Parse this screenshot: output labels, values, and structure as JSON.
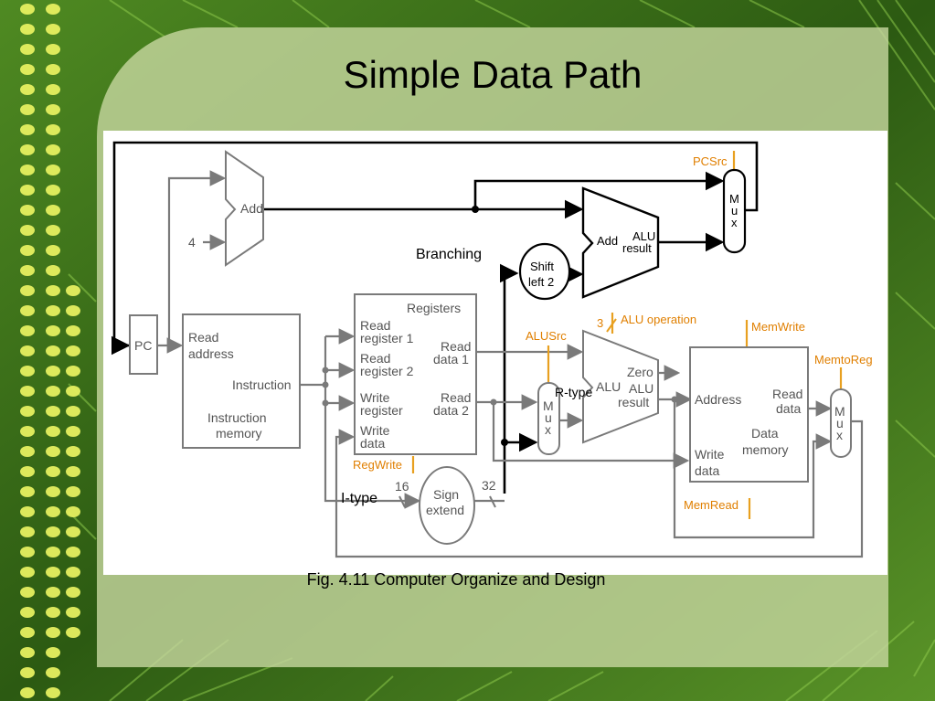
{
  "slide": {
    "title": "Simple Data Path",
    "caption": "Fig. 4.11 Computer Organize and Design"
  },
  "annotations": {
    "branching": "Branching",
    "r_type": "R-type",
    "i_type": "I-type"
  },
  "blocks": {
    "pc": "PC",
    "add_top": "Add",
    "constant_four": "4",
    "instruction_memory": {
      "read_address_1": "Read",
      "read_address_2": "address",
      "instruction": "Instruction",
      "name_1": "Instruction",
      "name_2": "memory"
    },
    "registers": {
      "title": "Registers",
      "read_register_1a": "Read",
      "read_register_1b": "register 1",
      "read_register_2a": "Read",
      "read_register_2b": "register 2",
      "write_register_a": "Write",
      "write_register_b": "register",
      "write_data_a": "Write",
      "write_data_b": "data",
      "read_data_1a": "Read",
      "read_data_1b": "data 1",
      "read_data_2a": "Read",
      "read_data_2b": "data 2"
    },
    "shift_left": {
      "line1": "Shift",
      "line2": "left 2"
    },
    "branch_adder": {
      "add": "Add",
      "alu": "ALU",
      "result": "result"
    },
    "pc_mux": {
      "m": "M",
      "u": "u",
      "x": "x"
    },
    "alu_src_mux": {
      "m": "M",
      "u": "u",
      "x": "x"
    },
    "alu": {
      "alu": "ALU",
      "zero": "Zero",
      "alu2": "ALU",
      "result": "result"
    },
    "data_memory": {
      "address": "Address",
      "read_data_1": "Read",
      "read_data_2": "data",
      "name_1": "Data",
      "name_2": "memory",
      "write_data_1": "Write",
      "write_data_2": "data"
    },
    "memtoreg_mux": {
      "m": "M",
      "u": "u",
      "x": "x"
    },
    "sign_extend": {
      "line1": "Sign",
      "line2": "extend",
      "in_bits": "16",
      "out_bits": "32"
    },
    "alu_op_bits": "3"
  },
  "control_signals": {
    "pcsrc": "PCSrc",
    "alu_operation": "ALU operation",
    "alusrc": "ALUSrc",
    "memwrite": "MemWrite",
    "memtoreg": "MemtoReg",
    "regwrite": "RegWrite",
    "memread": "MemRead"
  },
  "colors": {
    "background": "#2f5a14",
    "panel": "#c4d69e",
    "control_signal": "#e07f00",
    "datapath_gray": "#7a7a7a",
    "branch_path": "#000000"
  }
}
